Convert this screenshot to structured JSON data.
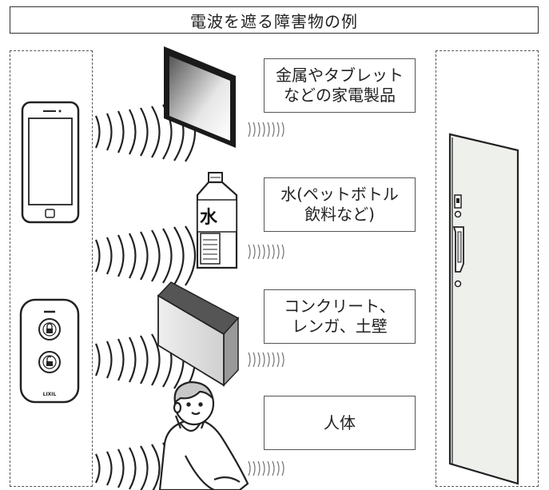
{
  "title": "電波を遮る障害物の例",
  "obstacles": [
    {
      "label": "金属やタブレット\nなどの家電製品",
      "icon": "tablet-icon"
    },
    {
      "label": "水(ペットボトル\n飲料など)",
      "icon": "water-bottle-icon",
      "bottle_mark": "水"
    },
    {
      "label": "コンクリート、\nレンガ、土壁",
      "icon": "concrete-block-icon"
    },
    {
      "label": "人体",
      "icon": "person-icon"
    }
  ],
  "devices": [
    {
      "name": "smartphone",
      "icon": "smartphone-icon"
    },
    {
      "name": "remote-key",
      "icon": "remote-key-icon",
      "brand": "LIXIL"
    }
  ],
  "door": {
    "icon": "door-icon"
  },
  "colors": {
    "line": "#222222",
    "border": "#555555",
    "block_top": "#555555"
  }
}
